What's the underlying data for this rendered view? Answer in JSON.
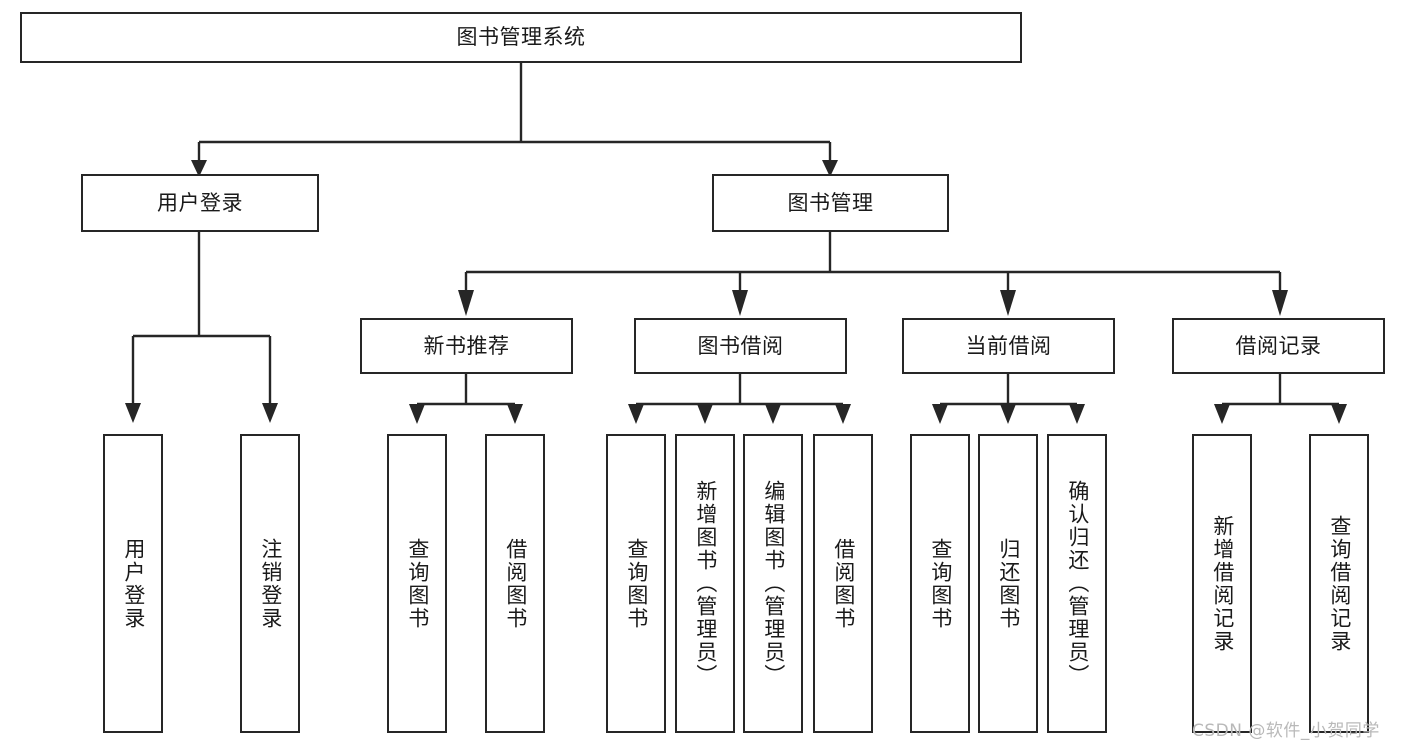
{
  "diagram": {
    "title": "图书管理系统",
    "type": "tree-hierarchy",
    "watermark": "CSDN @软件_小贺同学",
    "colors": {
      "stroke": "#262626",
      "fill": "#ffffff",
      "text": "#1a1a1a",
      "watermark": "#b9b9b9"
    },
    "nodes": {
      "root": {
        "label": "图书管理系统",
        "level": 1,
        "orientation": "horizontal"
      },
      "l2_user_login": {
        "label": "用户登录",
        "level": 2,
        "orientation": "horizontal"
      },
      "l2_book_manage": {
        "label": "图书管理",
        "level": 2,
        "orientation": "horizontal"
      },
      "l3_new_book_rec": {
        "label": "新书推荐",
        "level": 3,
        "orientation": "horizontal"
      },
      "l3_book_borrow": {
        "label": "图书借阅",
        "level": 3,
        "orientation": "horizontal"
      },
      "l3_current_borrow": {
        "label": "当前借阅",
        "level": 3,
        "orientation": "horizontal"
      },
      "l3_borrow_record": {
        "label": "借阅记录",
        "level": 3,
        "orientation": "horizontal"
      },
      "leaf_user_login": {
        "label": "用户登录",
        "level": 4,
        "orientation": "vertical"
      },
      "leaf_logout": {
        "label": "注销登录",
        "level": 4,
        "orientation": "vertical"
      },
      "leaf_query_book_1": {
        "label": "查询图书",
        "level": 4,
        "orientation": "vertical"
      },
      "leaf_borrow_book_1": {
        "label": "借阅图书",
        "level": 4,
        "orientation": "vertical"
      },
      "leaf_query_book_2": {
        "label": "查询图书",
        "level": 4,
        "orientation": "vertical"
      },
      "leaf_add_book": {
        "label": "新增图书（管理员）",
        "level": 4,
        "orientation": "vertical"
      },
      "leaf_edit_book": {
        "label": "编辑图书（管理员）",
        "level": 4,
        "orientation": "vertical"
      },
      "leaf_borrow_book_2": {
        "label": "借阅图书",
        "level": 4,
        "orientation": "vertical"
      },
      "leaf_query_book_3": {
        "label": "查询图书",
        "level": 4,
        "orientation": "vertical"
      },
      "leaf_return_book": {
        "label": "归还图书",
        "level": 4,
        "orientation": "vertical"
      },
      "leaf_confirm_return": {
        "label": "确认归还（管理员）",
        "level": 4,
        "orientation": "vertical"
      },
      "leaf_add_record": {
        "label": "新增借阅记录",
        "level": 4,
        "orientation": "vertical"
      },
      "leaf_query_record": {
        "label": "查询借阅记录",
        "level": 4,
        "orientation": "vertical"
      }
    },
    "edges": [
      {
        "from": "root",
        "to": "l2_user_login"
      },
      {
        "from": "root",
        "to": "l2_book_manage"
      },
      {
        "from": "l2_user_login",
        "to": "leaf_user_login"
      },
      {
        "from": "l2_user_login",
        "to": "leaf_logout"
      },
      {
        "from": "l2_book_manage",
        "to": "l3_new_book_rec"
      },
      {
        "from": "l2_book_manage",
        "to": "l3_book_borrow"
      },
      {
        "from": "l2_book_manage",
        "to": "l3_current_borrow"
      },
      {
        "from": "l2_book_manage",
        "to": "l3_borrow_record"
      },
      {
        "from": "l3_new_book_rec",
        "to": "leaf_query_book_1"
      },
      {
        "from": "l3_new_book_rec",
        "to": "leaf_borrow_book_1"
      },
      {
        "from": "l3_book_borrow",
        "to": "leaf_query_book_2"
      },
      {
        "from": "l3_book_borrow",
        "to": "leaf_add_book"
      },
      {
        "from": "l3_book_borrow",
        "to": "leaf_edit_book"
      },
      {
        "from": "l3_book_borrow",
        "to": "leaf_borrow_book_2"
      },
      {
        "from": "l3_current_borrow",
        "to": "leaf_query_book_3"
      },
      {
        "from": "l3_current_borrow",
        "to": "leaf_return_book"
      },
      {
        "from": "l3_current_borrow",
        "to": "leaf_confirm_return"
      },
      {
        "from": "l3_borrow_record",
        "to": "leaf_add_record"
      },
      {
        "from": "l3_borrow_record",
        "to": "leaf_query_record"
      }
    ]
  }
}
